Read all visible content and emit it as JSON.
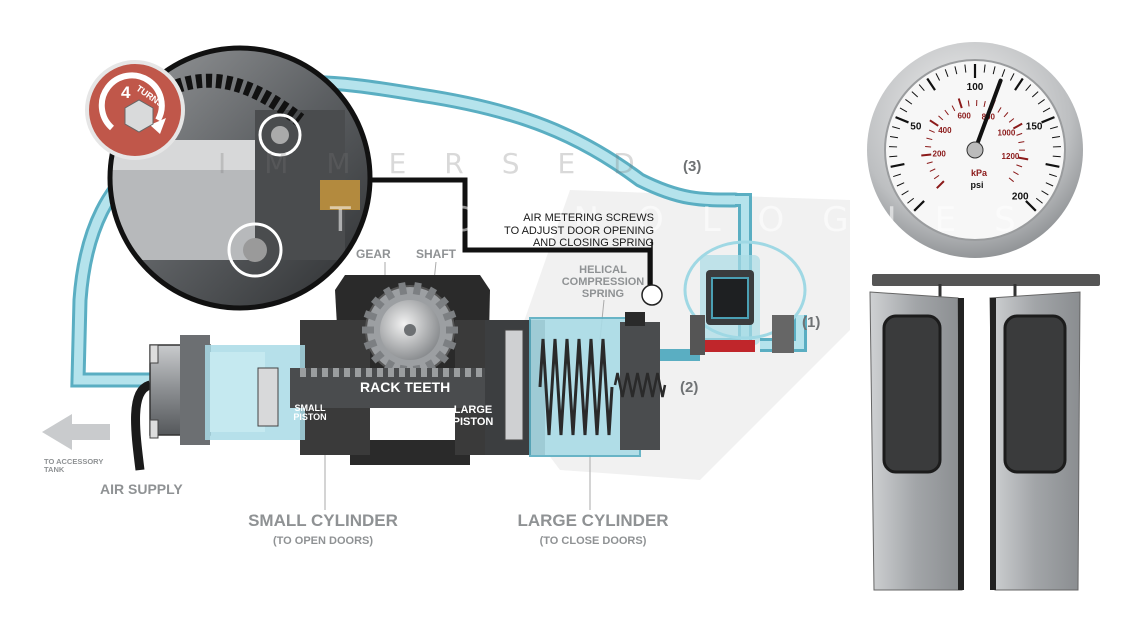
{
  "colors": {
    "air": "#9fd8e4",
    "air_dark": "#4a9fb4",
    "metal": "#8a8d90",
    "dark": "#1e1e1e",
    "label_gray": "#8f9294",
    "turns_badge": "#c0574a",
    "gauge_red": "#8b1a1a"
  },
  "labels": {
    "turns_number": "4",
    "turns_word": "TURNS",
    "gear": "GEAR",
    "shaft": "SHAFT",
    "helical_line1": "HELICAL",
    "helical_line2": "COMPRESSION",
    "helical_line3": "SPRING",
    "metering_line1": "AIR METERING SCREWS",
    "metering_line2": "TO ADJUST DOOR OPENING",
    "metering_line3": "AND CLOSING SPRING",
    "port_1": "(1)",
    "port_2": "(2)",
    "port_3": "(3)",
    "rack_teeth": "RACK TEETH",
    "small_piston_1": "SMALL",
    "small_piston_2": "PISTON",
    "large_piston_1": "LARGE",
    "large_piston_2": "PISTON",
    "to_accessory_1": "TO ACCESSORY",
    "to_accessory_2": "TANK",
    "air_supply": "AIR SUPPLY",
    "small_cyl": "SMALL CYLINDER",
    "small_cyl_sub": "(TO OPEN DOORS)",
    "large_cyl": "LARGE CYLINDER",
    "large_cyl_sub": "(TO CLOSE DOORS)",
    "watermark_1": "IMMERSED",
    "watermark_2": "TECHNOLOGIES"
  },
  "gauge": {
    "psi_max": 200,
    "psi_major": [
      "50",
      "100",
      "150",
      "200"
    ],
    "kpa_labels": [
      "200",
      "400",
      "600",
      "800",
      "1000",
      "1200"
    ],
    "unit_kpa": "kPa",
    "unit_psi": "psi",
    "needle_psi": 115
  },
  "icons": {
    "turns": "rotate-arrow-icon",
    "accessory_arrow": "left-arrow-icon",
    "nut": "hex-nut-icon"
  }
}
